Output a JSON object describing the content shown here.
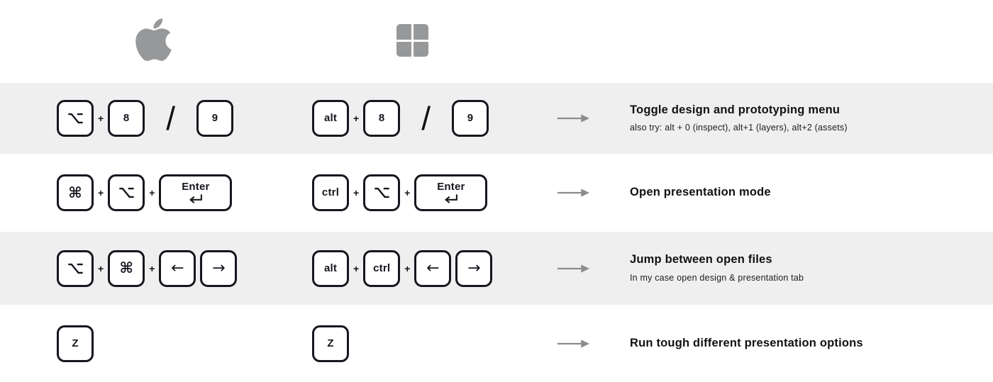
{
  "colors": {
    "page_bg": "#ffffff",
    "stripe_bg": "#efefef",
    "key_border": "#16161e",
    "key_bg": "#ffffff",
    "text": "#111111",
    "logo_gray": "#97989a",
    "arrow_gray": "#8c8c8c"
  },
  "header": {
    "platform_icons": [
      "apple-logo",
      "windows-logo"
    ]
  },
  "glyphs": {
    "command-icon": "⌘",
    "arrow-left-icon": "←",
    "arrow-right-icon": "→"
  },
  "rows": [
    {
      "striped": true,
      "mac": [
        {
          "t": "key",
          "icon": "option-icon"
        },
        {
          "t": "sep",
          "label": "+"
        },
        {
          "t": "key",
          "label": "8"
        },
        {
          "t": "sep",
          "label": "/",
          "big": true
        },
        {
          "t": "key",
          "label": "9"
        }
      ],
      "windows": [
        {
          "t": "key",
          "label": "alt"
        },
        {
          "t": "sep",
          "label": "+"
        },
        {
          "t": "key",
          "label": "8"
        },
        {
          "t": "sep",
          "label": "/",
          "big": true
        },
        {
          "t": "key",
          "label": "9"
        }
      ],
      "arrow_icon": "flow-arrow-icon",
      "title": "Toggle design and prototyping menu",
      "subtitle": "also try: alt + 0 (inspect), alt+1 (layers), alt+2 (assets)"
    },
    {
      "striped": false,
      "mac": [
        {
          "t": "key",
          "icon": "command-icon"
        },
        {
          "t": "sep",
          "label": "+"
        },
        {
          "t": "key",
          "icon": "option-icon"
        },
        {
          "t": "sep",
          "label": "+"
        },
        {
          "t": "key",
          "label": "Enter",
          "icon": "return-icon",
          "wide": true
        }
      ],
      "windows": [
        {
          "t": "key",
          "label": "ctrl"
        },
        {
          "t": "sep",
          "label": "+"
        },
        {
          "t": "key",
          "icon": "option-icon"
        },
        {
          "t": "sep",
          "label": "+"
        },
        {
          "t": "key",
          "label": "Enter",
          "icon": "return-icon",
          "wide": true
        }
      ],
      "arrow_icon": "flow-arrow-icon",
      "title": "Open presentation mode",
      "subtitle": ""
    },
    {
      "striped": true,
      "mac": [
        {
          "t": "key",
          "icon": "option-icon"
        },
        {
          "t": "sep",
          "label": "+"
        },
        {
          "t": "key",
          "icon": "command-icon"
        },
        {
          "t": "sep",
          "label": "+"
        },
        {
          "t": "key",
          "icon": "arrow-left-icon"
        },
        {
          "t": "key",
          "icon": "arrow-right-icon"
        }
      ],
      "windows": [
        {
          "t": "key",
          "label": "alt"
        },
        {
          "t": "sep",
          "label": "+"
        },
        {
          "t": "key",
          "label": "ctrl"
        },
        {
          "t": "sep",
          "label": "+"
        },
        {
          "t": "key",
          "icon": "arrow-left-icon"
        },
        {
          "t": "key",
          "icon": "arrow-right-icon"
        }
      ],
      "arrow_icon": "flow-arrow-icon",
      "title": "Jump between open files",
      "subtitle": "In my case open design & presentation tab"
    },
    {
      "striped": false,
      "mac": [
        {
          "t": "key",
          "label": "Z"
        }
      ],
      "windows": [
        {
          "t": "key",
          "label": "Z"
        }
      ],
      "arrow_icon": "flow-arrow-icon",
      "title": "Run tough different presentation options",
      "subtitle": ""
    }
  ]
}
